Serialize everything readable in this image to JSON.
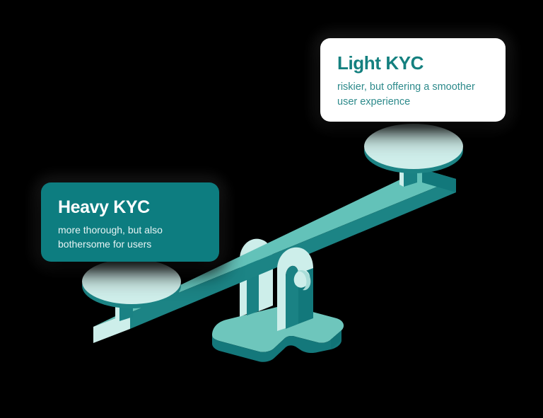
{
  "illustration": {
    "name": "kyc-tradeoff-seesaw",
    "background_color": "#000000",
    "palette": {
      "beam_top": "#63c2b9",
      "beam_side": "#1c8485",
      "beam_end_light": "#cdeeea",
      "plate_top": "#cfeeea",
      "plate_side": "#1c8485",
      "post": "#1a8284",
      "base_top": "#6ec6bc",
      "base_side": "#14787b",
      "fulcrum_light": "#cdeeea",
      "fulcrum_dark": "#137a7d",
      "card_teal": "#0d7d80",
      "card_white": "#ffffff",
      "heading_teal": "#14807f",
      "body_teal": "#2d8a8b"
    }
  },
  "cards": {
    "light": {
      "title": "Light KYC",
      "body": "riskier, but offering a smoother user experience",
      "side": "right",
      "position": "raised"
    },
    "heavy": {
      "title": "Heavy KYC",
      "body": "more thorough, but also bothersome for users",
      "side": "left",
      "position": "lowered"
    }
  }
}
